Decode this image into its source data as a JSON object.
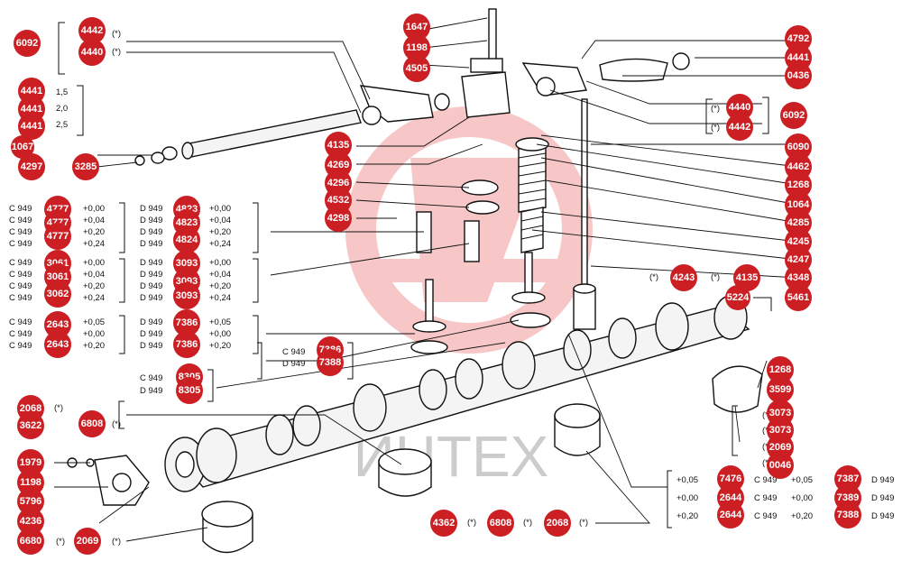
{
  "colors": {
    "callout": "#cc1f24",
    "watermark": "#e63a3a",
    "line": "#111111",
    "background": "#ffffff"
  },
  "watermark": {
    "logo_name": "intex-logo-watermark",
    "text": "ИНТЕХ"
  },
  "callouts": {
    "c_4442_top": "4442",
    "c_4440_top": "4440",
    "c_6092_left": "6092",
    "c_1647": "1647",
    "c_1198_top": "1198",
    "c_4505": "4505",
    "c_4792": "4792",
    "c_4441_r": "4441",
    "c_0436": "0436",
    "c_4441_a": "4441",
    "c_4441_b": "4441",
    "c_4441_c": "4441",
    "c_4440_r": "4440",
    "c_4442_r": "4442",
    "c_6092_r": "6092",
    "c_1067": "1067",
    "c_4297": "4297",
    "c_3285": "3285",
    "c_4135_top": "4135",
    "c_6090": "6090",
    "c_4269": "4269",
    "c_4462": "4462",
    "c_1268_a": "1268",
    "c_4296": "4296",
    "c_4532": "4532",
    "c_1064": "1064",
    "c_4298": "4298",
    "c_4285": "4285",
    "c_4245": "4245",
    "c_4247": "4247",
    "c_4243": "4243",
    "c_4135_mid": "4135",
    "c_4348": "4348",
    "c_5224": "5224",
    "c_5461": "5461",
    "c_4777": "4777",
    "c_4823": "4823",
    "c_4824": "4824",
    "c_3061": "3061",
    "c_3062": "3062",
    "c_3093": "3093",
    "c_2643": "2643",
    "c_7386": "7386",
    "c_7388": "7388",
    "c_8305": "8305",
    "c_1268_b": "1268",
    "c_3599": "3599",
    "c_3073": "3073",
    "c_2069_r": "2069",
    "c_0046": "0046",
    "c_2068": "2068",
    "c_3622": "3622",
    "c_6808_l": "6808",
    "c_1979": "1979",
    "c_1198_b": "1198",
    "c_5796": "5796",
    "c_4236": "4236",
    "c_6680": "6680",
    "c_2069_b": "2069",
    "c_4362": "4362",
    "c_6808_b": "6808",
    "c_2068_b": "2068",
    "c_7476": "7476",
    "c_2644_a": "2644",
    "c_2644_b": "2644",
    "c_7387": "7387",
    "c_7389": "7389",
    "c_7388_br": "7388"
  },
  "labels": {
    "star_a": "(*)",
    "star_b": "(*)",
    "sz_15": "1,5",
    "sz_20": "2,0",
    "sz_25": "2,5",
    "star_r1": "(*)",
    "star_r2": "(*)",
    "star_mid1": "(*)",
    "star_mid2": "(*)",
    "star_l1": "(*)",
    "star_l2": "(*)",
    "star_b1": "(*)",
    "star_b2": "(*)",
    "star_b3": "(*)",
    "star_bl": "(*)",
    "star_bl2": "(*)",
    "star_rr1": "(*)",
    "star_rr2": "(*)",
    "star_rr3": "(*)",
    "star_rr4": "(*)"
  },
  "tables": {
    "left_c": [
      {
        "code": "C 949",
        "val": "+0,00"
      },
      {
        "code": "C 949",
        "val": "+0,04"
      },
      {
        "code": "C 949",
        "val": "+0,20"
      },
      {
        "code": "C 949",
        "val": "+0,24"
      },
      {
        "code": "C 949",
        "val": "+0,00"
      },
      {
        "code": "C 949",
        "val": "+0,04"
      },
      {
        "code": "C 949",
        "val": "+0,20"
      },
      {
        "code": "C 949",
        "val": "+0,24"
      },
      {
        "code": "C 949",
        "val": "+0,05"
      },
      {
        "code": "C 949",
        "val": "+0,00"
      },
      {
        "code": "C 949",
        "val": "+0,20"
      }
    ],
    "mid_d": [
      {
        "code": "D 949",
        "val": "+0,00"
      },
      {
        "code": "D 949",
        "val": "+0,04"
      },
      {
        "code": "D 949",
        "val": "+0,20"
      },
      {
        "code": "D 949",
        "val": "+0,24"
      },
      {
        "code": "D 949",
        "val": "+0,00"
      },
      {
        "code": "D 949",
        "val": "+0,04"
      },
      {
        "code": "D 949",
        "val": "+0,20"
      },
      {
        "code": "D 949",
        "val": "+0,24"
      },
      {
        "code": "D 949",
        "val": "+0,05"
      },
      {
        "code": "D 949",
        "val": "+0,00"
      },
      {
        "code": "D 949",
        "val": "+0,20"
      }
    ],
    "valve_cd": [
      "C 949",
      "D 949"
    ],
    "cam_cd": [
      "C 949",
      "D 949"
    ],
    "br": [
      {
        "v1": "+0,05",
        "c1": "C 949",
        "v2": "+0,05",
        "c2": "D 949"
      },
      {
        "v1": "+0,00",
        "c1": "C 949",
        "v2": "+0,00",
        "c2": "D 949"
      },
      {
        "v1": "+0,20",
        "c1": "C 949",
        "v2": "+0,20",
        "c2": "D 949"
      }
    ]
  }
}
